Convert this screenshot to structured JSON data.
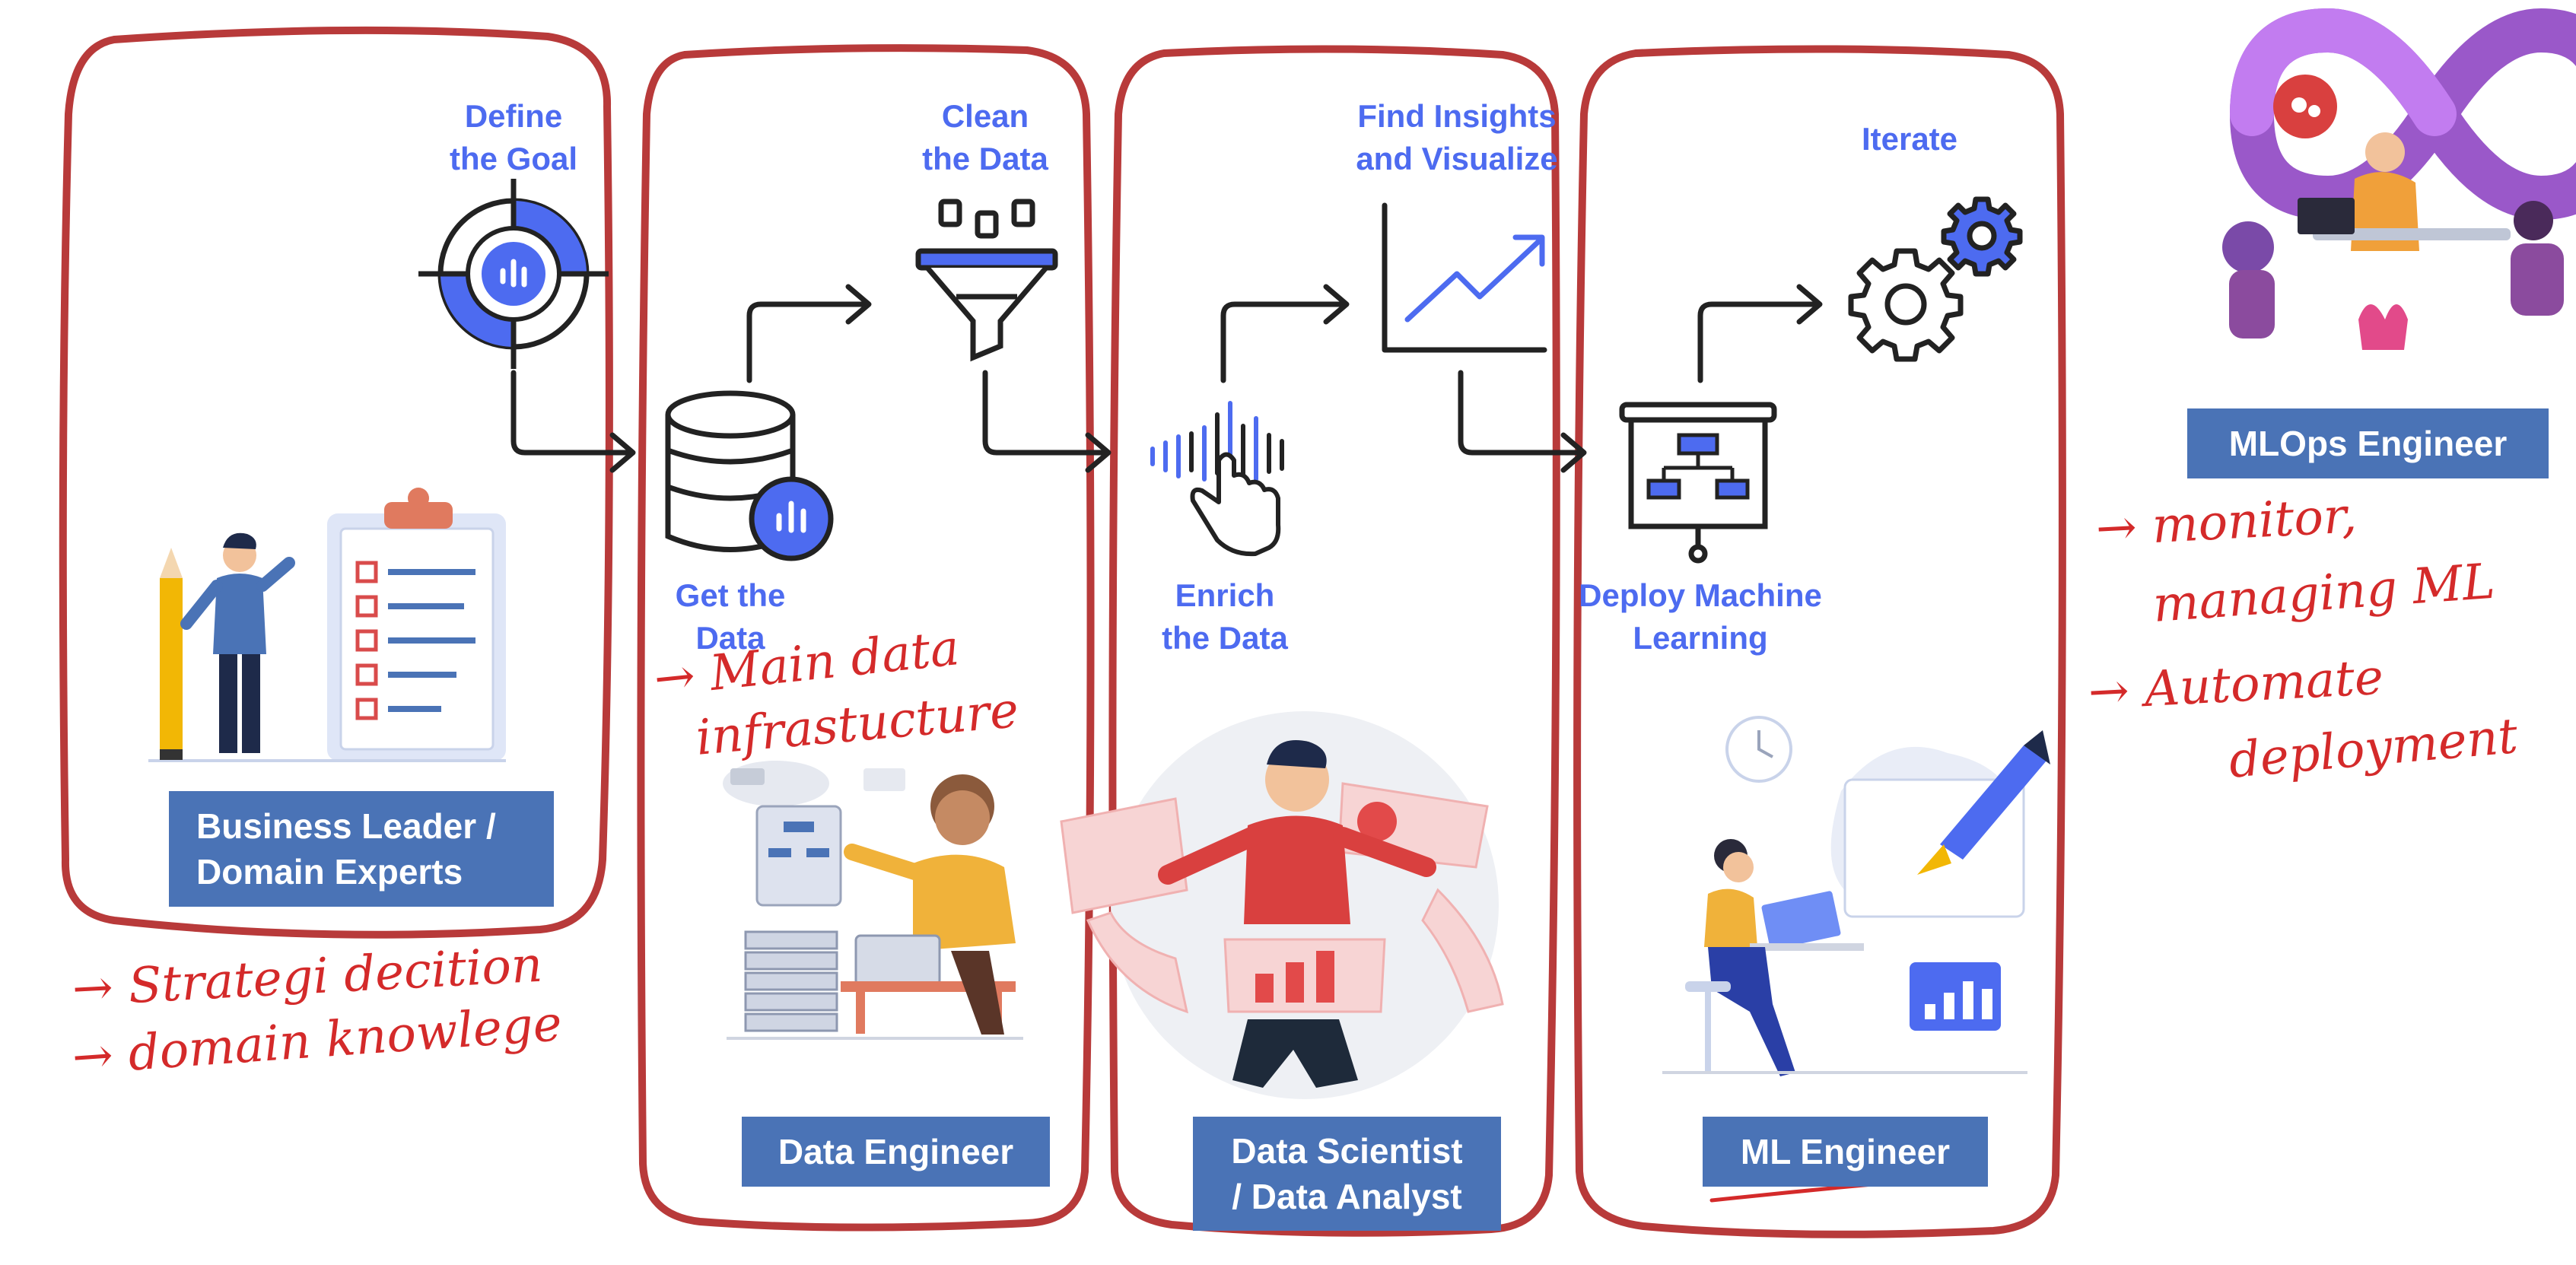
{
  "colors": {
    "annotation_red": "#b83a3a",
    "pen_red": "#d42a2a",
    "step_blue": "#4d6bf0",
    "role_box_blue": "#4a73b6",
    "icon_dark": "#222222"
  },
  "steps": {
    "define_goal": "Define\nthe Goal",
    "get_data": "Get the\nData",
    "clean_data": "Clean\nthe Data",
    "enrich_data": "Enrich\nthe Data",
    "find_insights": "Find Insights\nand Visualize",
    "deploy_ml": "Deploy Machine\nLearning",
    "iterate": "Iterate"
  },
  "roles": {
    "business_leader": "Business Leader /\nDomain Experts",
    "data_engineer": "Data Engineer",
    "data_scientist": "Data Scientist\n/ Data Analyst",
    "ml_engineer": "ML Engineer",
    "mlops_engineer": "MLOps Engineer"
  },
  "handwritten_notes": {
    "business_1": "→ Strategi decition",
    "business_2": "→ domain knowlege",
    "data_eng_1": "→ Main data",
    "data_eng_2": "infrastucture",
    "mlops_1": "→ monitor,",
    "mlops_2": "managing ML",
    "mlops_3": "→ Automate",
    "mlops_4": "deployment"
  },
  "icons": {
    "goal": "target-icon",
    "data": "database-icon",
    "clean": "funnel-icon",
    "enrich": "hand-waveform-icon",
    "insights": "line-chart-icon",
    "deploy": "presentation-board-icon",
    "iterate": "gears-icon",
    "mlops": "infinity-loop-icon"
  }
}
